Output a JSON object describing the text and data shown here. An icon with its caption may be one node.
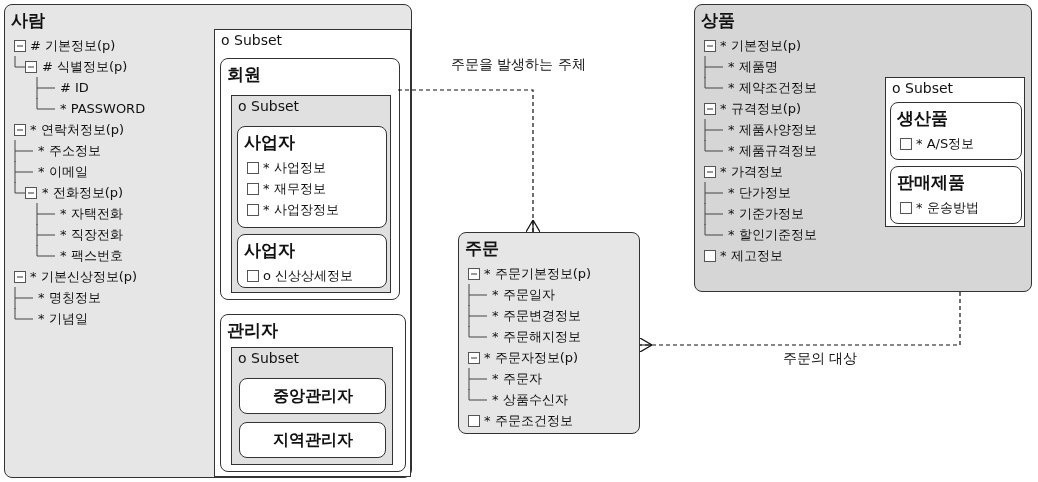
{
  "diagram": {
    "nodes": [
      {
        "text": [
          "사람",
          "# 기본정보(p)",
          "# 식별정보(p)",
          "# ID",
          "* PASSWORD",
          "* 연락처정보(p)",
          "* 주소정보",
          "* 이메일",
          "* 전화정보(p)",
          "* 자택전화",
          "* 직장전화",
          "* 팩스번호",
          "* 기본신상정보(p)",
          "* 명칭정보",
          "* 기념일"
        ]
      },
      {
        "text": [
          "o Subset"
        ],
        "in": 0
      },
      {
        "text": [
          "회원"
        ],
        "in": 1
      },
      {
        "text": [
          "o Subset"
        ],
        "in": 2
      },
      {
        "text": [
          "사업자",
          "* 사업정보",
          "* 재무정보",
          "* 사업장정보"
        ],
        "in": 3
      },
      {
        "text": [
          "사업자",
          "o 신상상세정보"
        ],
        "in": 3
      },
      {
        "text": [
          "관리자"
        ],
        "in": 1
      },
      {
        "text": [
          "o Subset"
        ],
        "in": 6
      },
      {
        "text": [
          "중앙관리자"
        ],
        "in": 7
      },
      {
        "text": [
          "지역관리자"
        ],
        "in": 7
      },
      {
        "text": [
          "주문",
          "* 주문기본정보(p)",
          "* 주문일자",
          "* 주문변경정보",
          "* 주문해지정보",
          "* 주문자정보(p)",
          "* 주문자",
          "* 상품수신자",
          "* 주문조건정보"
        ]
      },
      {
        "text": [
          "상품",
          "* 기본정보(p)",
          "* 제품명",
          "* 제약조건정보",
          "* 규격정보(p)",
          "* 제품사양정보",
          "* 제품규격정보",
          "* 가격정보",
          "* 단가정보",
          "* 기준가정보",
          "* 할인기준정보",
          "* 제고정보"
        ]
      },
      {
        "text": [
          "o Subset"
        ],
        "in": 11
      },
      {
        "text": [
          "생산품",
          "* A/S정보"
        ],
        "in": 12
      },
      {
        "text": [
          "판매제품",
          "* 운송방법"
        ],
        "in": 12
      }
    ],
    "edges": [
      {
        "from": 2,
        "to": 10,
        "arrow": "other",
        "label": "주문을 발생하는 주체",
        "style": "dashed"
      },
      {
        "from": 11,
        "to": 10,
        "arrow": "other",
        "label": "주문의 대상",
        "style": "dashed"
      }
    ]
  }
}
